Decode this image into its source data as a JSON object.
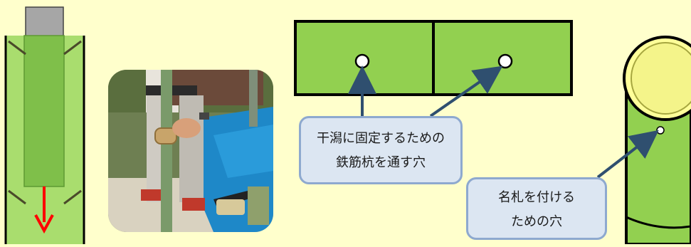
{
  "callouts": {
    "rebar_hole": {
      "line1": "干潟に固定するための",
      "line2": "鉄筋杭を通す穴"
    },
    "nametag_hole": {
      "line1": "名札を付ける",
      "line2": "ための穴"
    }
  },
  "colors": {
    "background": "#FFFFCC",
    "bamboo_green": "#92D050",
    "bamboo_light": "#A9DD6E",
    "insert_green": "#7FBF4A",
    "cap_yellow": "#FFFF99",
    "outline": "#000000",
    "arrow_red": "#FF0000",
    "leader_navy": "#2F4F6F",
    "callout_fill": "#DCE6F2",
    "callout_border": "#8EA9CF"
  },
  "photo": {
    "alt_icon": "photo-worker-bamboo-icon"
  }
}
